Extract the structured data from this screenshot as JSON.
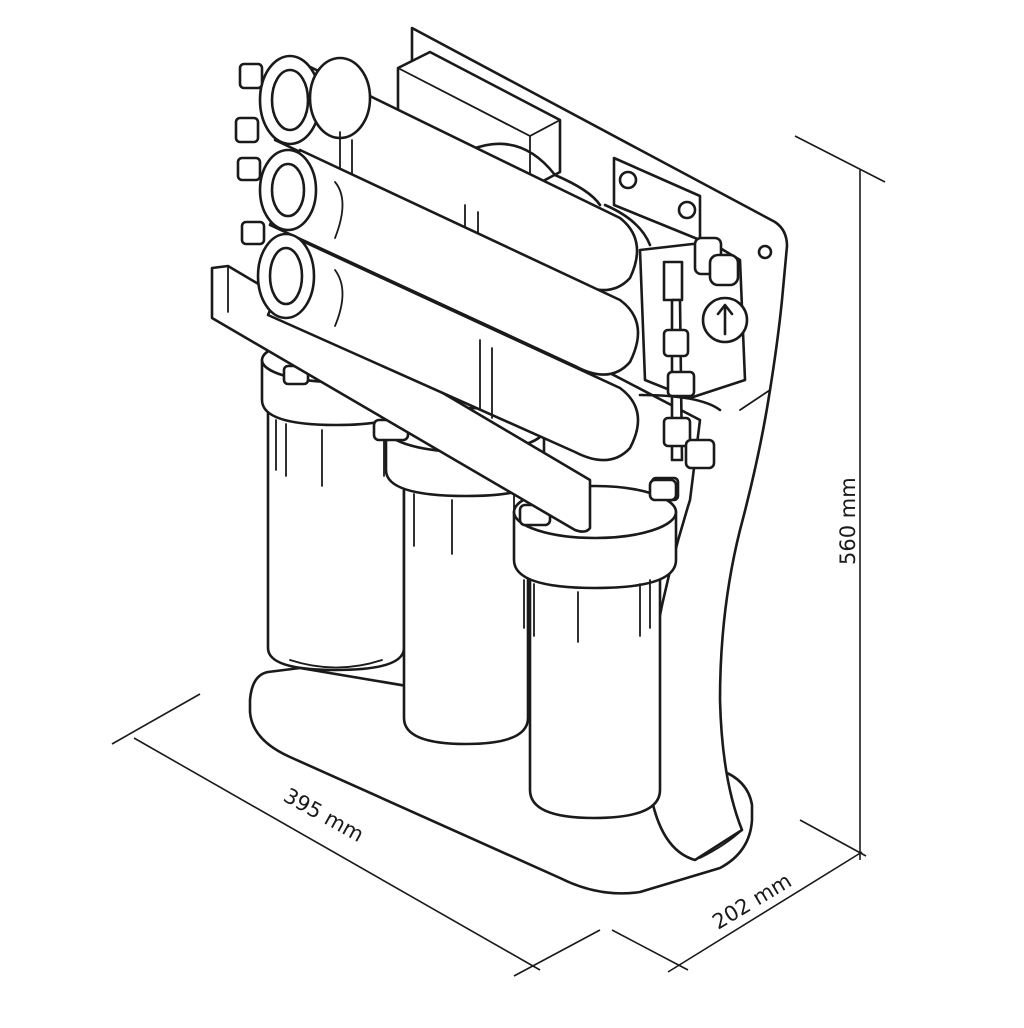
{
  "dimensions": {
    "width_label": "395 mm",
    "depth_label": "202 mm",
    "height_label": "560 mm"
  },
  "colors": {
    "line": "#1a1a1a",
    "background": "#ffffff"
  }
}
